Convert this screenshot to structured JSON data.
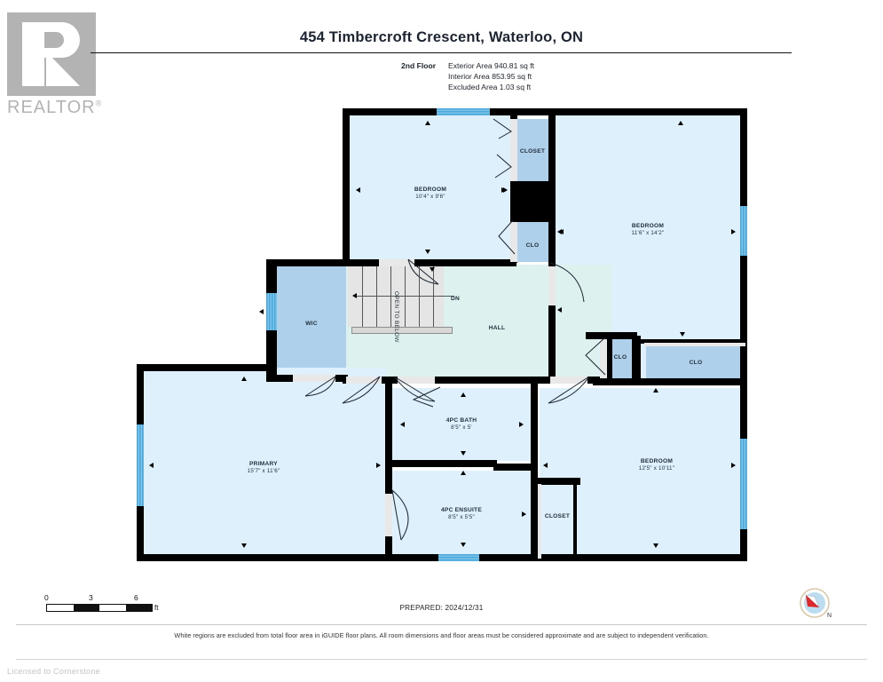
{
  "logo": {
    "word": "REALTOR",
    "registered": "®",
    "alt": "realtor-logo"
  },
  "header": {
    "title": "454 Timbercroft Crescent, Waterloo, ON",
    "floor_label": "2nd Floor",
    "areas": [
      "Exterior Area 940.81 sq ft",
      "Interior Area 853.95 sq ft",
      "Excluded Area 1.03 sq ft"
    ]
  },
  "rooms": [
    {
      "name": "BEDROOM",
      "dim": "10'4\" x 9'6\""
    },
    {
      "name": "BEDROOM",
      "dim": "11'6\" x 14'2\""
    },
    {
      "name": "CLOSET",
      "dim": ""
    },
    {
      "name": "CLO",
      "dim": ""
    },
    {
      "name": "WIC",
      "dim": ""
    },
    {
      "name": "HALL",
      "dim": ""
    },
    {
      "name": "DN",
      "dim": ""
    },
    {
      "name": "OPEN TO BELOW",
      "dim": ""
    },
    {
      "name": "CLO",
      "dim": ""
    },
    {
      "name": "CLO",
      "dim": ""
    },
    {
      "name": "PRIMARY",
      "dim": "15'7\" x 11'6\""
    },
    {
      "name": "4PC BATH",
      "dim": "8'5\" x 5'"
    },
    {
      "name": "4PC ENSUITE",
      "dim": "8'5\" x 5'5\""
    },
    {
      "name": "CLOSET",
      "dim": ""
    },
    {
      "name": "BEDROOM",
      "dim": "12'5\" x 10'11\""
    }
  ],
  "scale": {
    "t0": "0",
    "t1": "3",
    "t2": "6",
    "unit": "ft"
  },
  "footer": {
    "prepared": "PREPARED: 2024/12/31",
    "disclaimer": "White regions are excluded from total floor area in iGUIDE floor plans. All room dimensions and floor areas must be considered approximate and are subject to independent verification.",
    "licensed": "Licensed to Cornerstone"
  },
  "compass": {
    "label": "N"
  },
  "colors": {
    "wall": "#000000",
    "room_fill": "#ddf0fb",
    "closet_fill": "#aed0ea",
    "hall_fill": "#ddf2ef",
    "window": "#4aa8dd",
    "stair_fill": "#e5e5e5",
    "logo_gray": "#b3b3b3",
    "compass_red": "#e02727"
  }
}
